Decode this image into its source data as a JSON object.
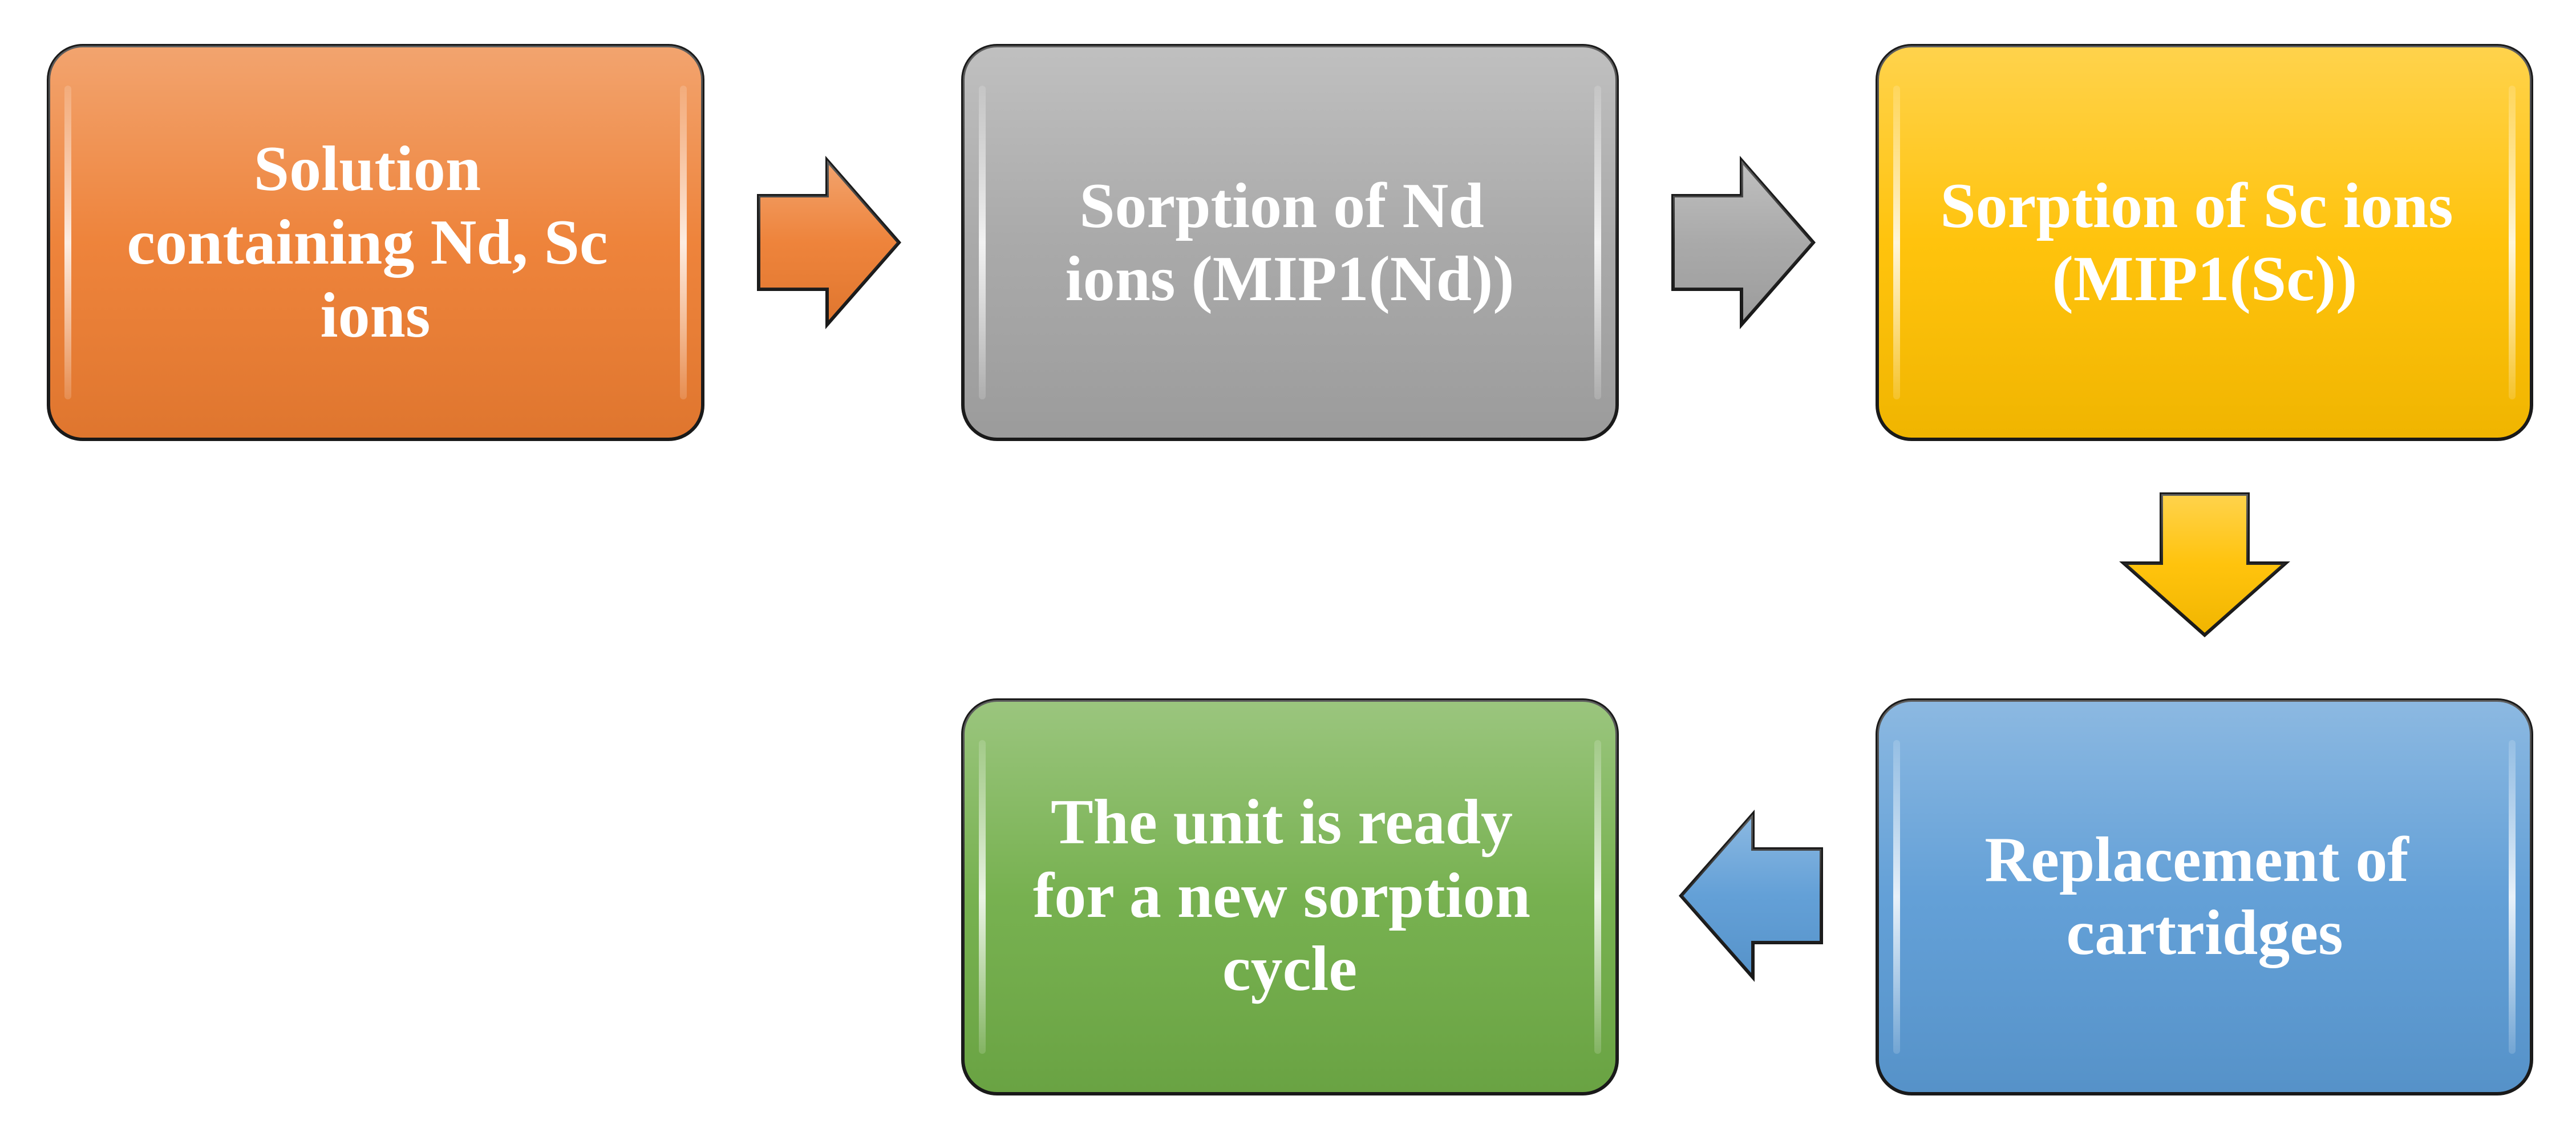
{
  "diagram": {
    "steps": [
      {
        "id": "step-1",
        "lines": [
          "Solution",
          "containing Nd, Sc",
          "ions"
        ],
        "color": "#ED7D31"
      },
      {
        "id": "step-2",
        "lines": [
          "Sorption of Nd",
          "ions (MIP1(Nd))"
        ],
        "color": "#A5A5A5"
      },
      {
        "id": "step-3",
        "lines": [
          "Sorption of Sc ions",
          "(MIP1(Sc))"
        ],
        "color": "#FFC000"
      },
      {
        "id": "step-4",
        "lines": [
          "Replacement of",
          "cartridges"
        ],
        "color": "#5B9BD5"
      },
      {
        "id": "step-5",
        "lines": [
          "The unit is ready",
          "for a new sorption",
          "cycle"
        ],
        "color": "#70AD47"
      }
    ],
    "arrows": [
      {
        "id": "arrow-1-2",
        "direction": "right",
        "color": "#ED7D31"
      },
      {
        "id": "arrow-2-3",
        "direction": "right",
        "color": "#A5A5A5"
      },
      {
        "id": "arrow-3-4",
        "direction": "down",
        "color": "#FFC000"
      },
      {
        "id": "arrow-4-5",
        "direction": "left",
        "color": "#5B9BD5"
      }
    ]
  }
}
